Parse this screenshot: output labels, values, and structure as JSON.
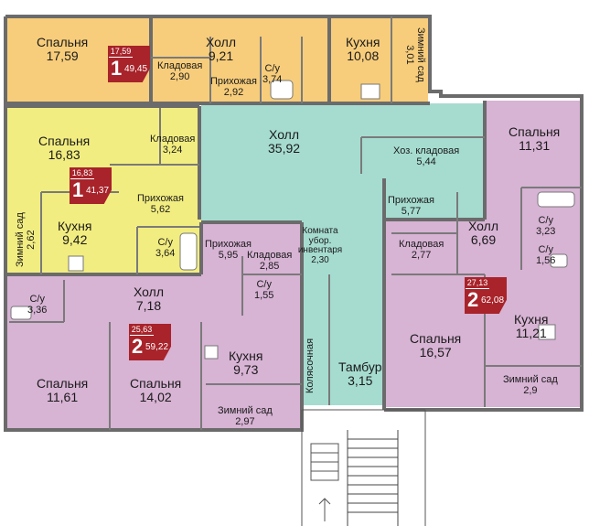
{
  "colors": {
    "apt1_top": "#f7cd7b",
    "apt1_left": "#f2ed80",
    "apt2": "#d7b3d4",
    "common": "#a6dcd0",
    "badge": "#a8232a",
    "wall": "#6b6b6b"
  },
  "apartments": [
    {
      "id": "apt-top",
      "rooms": "1",
      "living": "17,59",
      "total": "49,45"
    },
    {
      "id": "apt-left",
      "rooms": "1",
      "living": "16,83",
      "total": "41,37"
    },
    {
      "id": "apt-bottom",
      "rooms": "2",
      "living": "25,63",
      "total": "59,22"
    },
    {
      "id": "apt-right",
      "rooms": "2",
      "living": "27,13",
      "total": "62,08"
    }
  ],
  "rooms": {
    "top_bedroom": {
      "name": "Спальня",
      "area": "17,59"
    },
    "top_hall": {
      "name": "Холл",
      "area": "9,21"
    },
    "top_storage": {
      "name": "Кладовая",
      "area": "2,90"
    },
    "top_entry": {
      "name": "Прихожая",
      "area": "2,92"
    },
    "top_wc": {
      "name": "С/у",
      "area": "3,74"
    },
    "top_kitchen": {
      "name": "Кухня",
      "area": "10,08"
    },
    "top_garden": {
      "name": "Зимний сад",
      "area": "3,01"
    },
    "left_bedroom": {
      "name": "Спальня",
      "area": "16,83"
    },
    "left_storage": {
      "name": "Кладовая",
      "area": "3,24"
    },
    "left_entry": {
      "name": "Прихожая",
      "area": "5,62"
    },
    "left_kitchen": {
      "name": "Кухня",
      "area": "9,42"
    },
    "left_wc": {
      "name": "С/у",
      "area": "3,64"
    },
    "left_garden": {
      "name": "Зимний сад",
      "area": "2,62"
    },
    "central_hall": {
      "name": "Холл",
      "area": "35,92"
    },
    "utility_storage": {
      "name": "Хоз. кладовая",
      "area": "5,44"
    },
    "cleaning_room": {
      "name": "Комната убор. инвентаря",
      "area": "2,30"
    },
    "stroller_room": {
      "name": "Колясочная",
      "area": ""
    },
    "vestibule": {
      "name": "Тамбур",
      "area": "3,15"
    },
    "bot_wc": {
      "name": "С/у",
      "area": "3,36"
    },
    "bot_hall": {
      "name": "Холл",
      "area": "7,18"
    },
    "bot_entry": {
      "name": "Прихожая",
      "area": "5,95"
    },
    "bot_storage": {
      "name": "Кладовая",
      "area": "2,85"
    },
    "bot_wc2": {
      "name": "С/у",
      "area": "1,55"
    },
    "bot_bedroom1": {
      "name": "Спальня",
      "area": "11,61"
    },
    "bot_bedroom2": {
      "name": "Спальня",
      "area": "14,02"
    },
    "bot_kitchen": {
      "name": "Кухня",
      "area": "9,73"
    },
    "bot_garden": {
      "name": "Зимний сад",
      "area": "2,97"
    },
    "r_bedroom1": {
      "name": "Спальня",
      "area": "11,31"
    },
    "r_entry": {
      "name": "Прихожая",
      "area": "5,77"
    },
    "r_hall": {
      "name": "Холл",
      "area": "6,69"
    },
    "r_storage": {
      "name": "Кладовая",
      "area": "2,77"
    },
    "r_wc1": {
      "name": "С/у",
      "area": "3,23"
    },
    "r_wc2": {
      "name": "С/у",
      "area": "1,56"
    },
    "r_bedroom2": {
      "name": "Спальня",
      "area": "16,57"
    },
    "r_kitchen": {
      "name": "Кухня",
      "area": "11,21"
    },
    "r_garden": {
      "name": "Зимний сад",
      "area": "2,9"
    }
  }
}
